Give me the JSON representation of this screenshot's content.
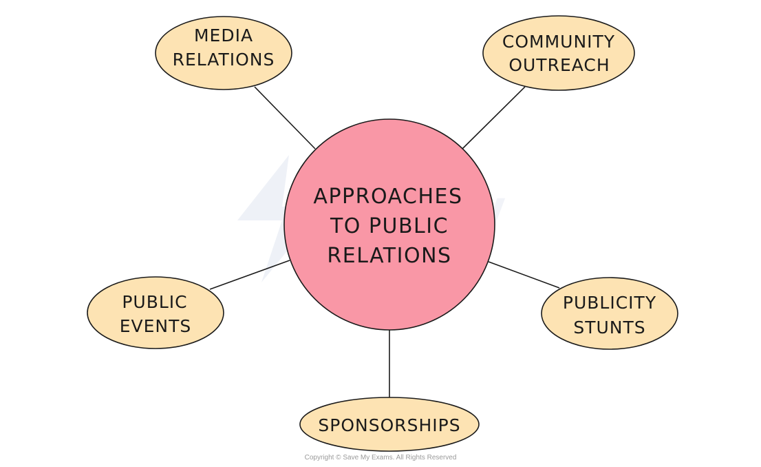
{
  "center": {
    "lines": [
      "APPROACHES",
      "TO  PUBLIC",
      "RELATIONS"
    ]
  },
  "nodes": {
    "media_relations": [
      "MEDIA",
      "RELATIONS"
    ],
    "community_outreach": [
      "COMMUNITY",
      "OUTREACH"
    ],
    "public_events": [
      "PUBLIC",
      "EVENTS"
    ],
    "publicity_stunts": [
      "PUBLICITY",
      "STUNTS"
    ],
    "sponsorships": [
      "SPONSORSHIPS"
    ]
  },
  "copyright": "Copyright © Save My Exams. All Rights Reserved",
  "colors": {
    "center_fill": "#f997a6",
    "node_fill": "#fde3b3",
    "stroke": "#1a1a1a"
  }
}
